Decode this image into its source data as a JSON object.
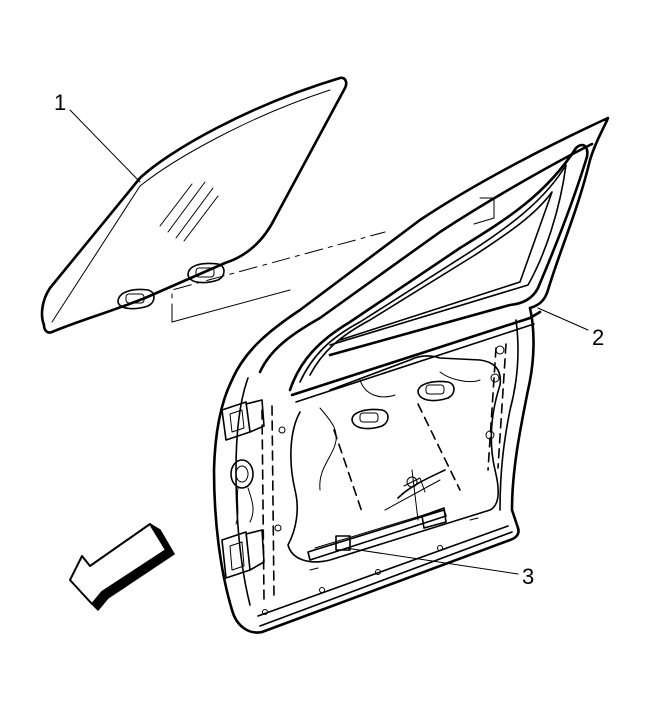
{
  "callouts": [
    {
      "id": "1",
      "label": "1",
      "target": "window-glass"
    },
    {
      "id": "2",
      "label": "2",
      "target": "door-frame"
    },
    {
      "id": "3",
      "label": "3",
      "target": "window-regulator"
    }
  ],
  "colors": {
    "line": "#000000",
    "background": "#ffffff"
  },
  "icons": {
    "direction_arrow": "forward-arrow-icon"
  }
}
